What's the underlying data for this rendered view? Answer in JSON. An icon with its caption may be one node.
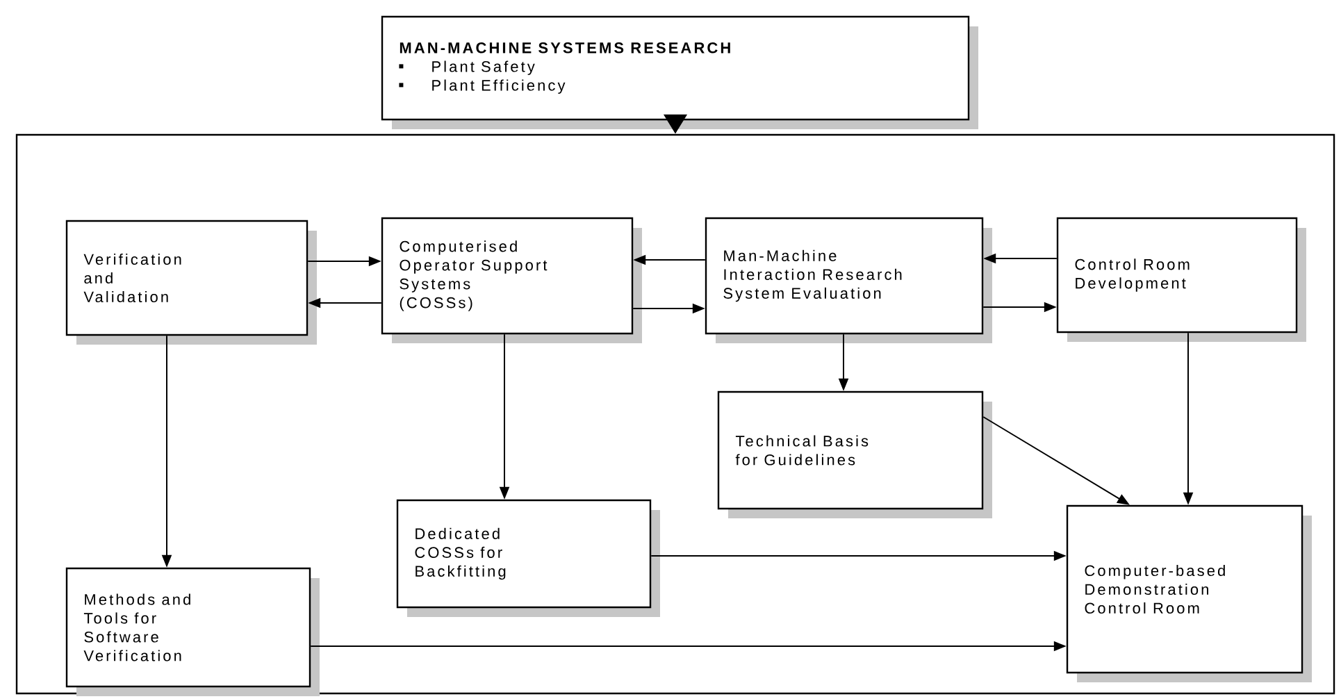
{
  "diagram": {
    "nodes": [
      {
        "text": [
          "MAN-MACHINE SYSTEMS RESEARCH",
          "Plant Safety",
          "Plant Efficiency"
        ]
      },
      {
        "text": [],
        "shape": "box"
      },
      {
        "text": [
          "Verification and Validation"
        ],
        "in": 1
      },
      {
        "text": [
          "Computerised Operator Support Systems (COSSs)"
        ],
        "in": 1
      },
      {
        "text": [
          "Man-Machine Interaction Research System Evaluation"
        ],
        "in": 1
      },
      {
        "text": [
          "Control Room Development"
        ],
        "in": 1
      },
      {
        "text": [
          "Technical Basis for Guidelines"
        ],
        "in": 1
      },
      {
        "text": [
          "Dedicated COSSs for Backfitting"
        ],
        "in": 1
      },
      {
        "text": [
          "Methods and Tools for Software Verification"
        ],
        "in": 1
      },
      {
        "text": [
          "Computer-based Demonstration Control Room"
        ],
        "in": 1
      }
    ],
    "edges": [
      {
        "from": 0,
        "to": 1,
        "arrow": "to",
        "style": "thick"
      },
      {
        "from": 2,
        "to": 3,
        "arrow": "to"
      },
      {
        "from": 3,
        "to": 2,
        "arrow": "to"
      },
      {
        "from": 4,
        "to": 3,
        "arrow": "to"
      },
      {
        "from": 3,
        "to": 4,
        "arrow": "to"
      },
      {
        "from": 5,
        "to": 4,
        "arrow": "to"
      },
      {
        "from": 4,
        "to": 5,
        "arrow": "to"
      },
      {
        "from": 4,
        "to": 6,
        "arrow": "to"
      },
      {
        "from": 2,
        "to": 8,
        "arrow": "to"
      },
      {
        "from": 3,
        "to": 7,
        "arrow": "to"
      },
      {
        "from": 6,
        "to": 9,
        "arrow": "to"
      },
      {
        "from": 5,
        "to": 9,
        "arrow": "to"
      },
      {
        "from": 7,
        "to": 9,
        "arrow": "to"
      },
      {
        "from": 8,
        "to": 9,
        "arrow": "to"
      }
    ]
  }
}
